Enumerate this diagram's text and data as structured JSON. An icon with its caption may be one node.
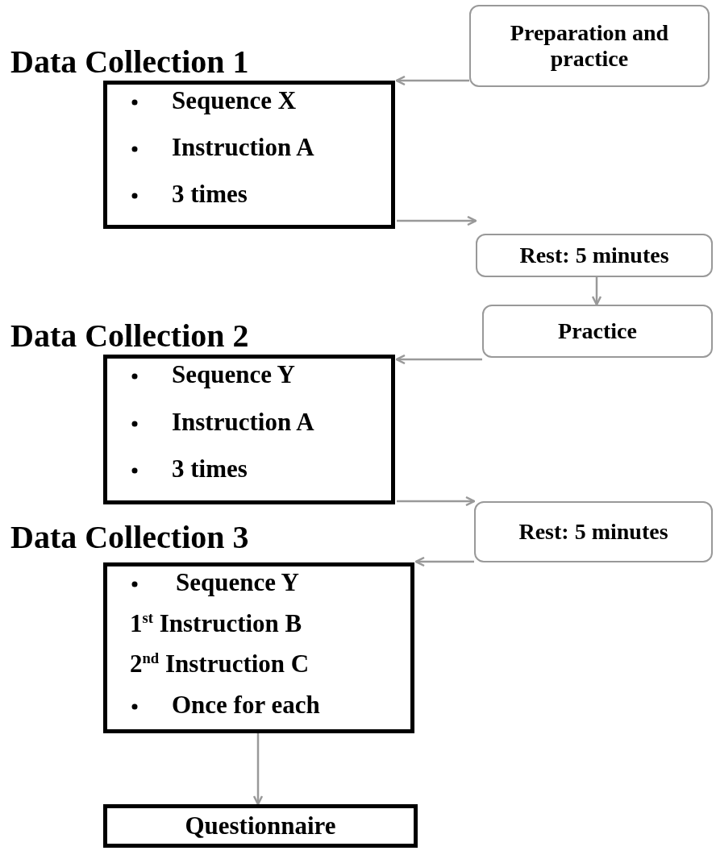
{
  "diagram": {
    "nodes": [
      {
        "text": [
          "Data Collection 1",
          "Sequence X",
          "Instruction A",
          "3 times"
        ]
      },
      {
        "text": [
          "Preparation and practice"
        ]
      },
      {
        "text": [
          "Rest: 5 minutes"
        ]
      },
      {
        "text": [
          "Data Collection 2",
          "Sequence Y",
          "Instruction A",
          "3 times"
        ]
      },
      {
        "text": [
          "Practice"
        ]
      },
      {
        "text": [
          "Rest: 5 minutes"
        ]
      },
      {
        "text": [
          "Data Collection 3",
          "Sequence Y",
          "1$^{st}$ Instruction B",
          "2$^{nd}$ Instruction C",
          "Once for each"
        ]
      },
      {
        "text": [
          "Questionnaire"
        ]
      }
    ],
    "edges": [
      {
        "from": 1,
        "to": 0,
        "arrow": "to"
      },
      {
        "from": 0,
        "to": 2,
        "arrow": "to"
      },
      {
        "from": 2,
        "to": 4,
        "arrow": "to"
      },
      {
        "from": 4,
        "to": 3,
        "arrow": "to"
      },
      {
        "from": 3,
        "to": 5,
        "arrow": "to"
      },
      {
        "from": 5,
        "to": 6,
        "arrow": "to"
      },
      {
        "from": 6,
        "to": 7,
        "arrow": "to"
      }
    ]
  }
}
